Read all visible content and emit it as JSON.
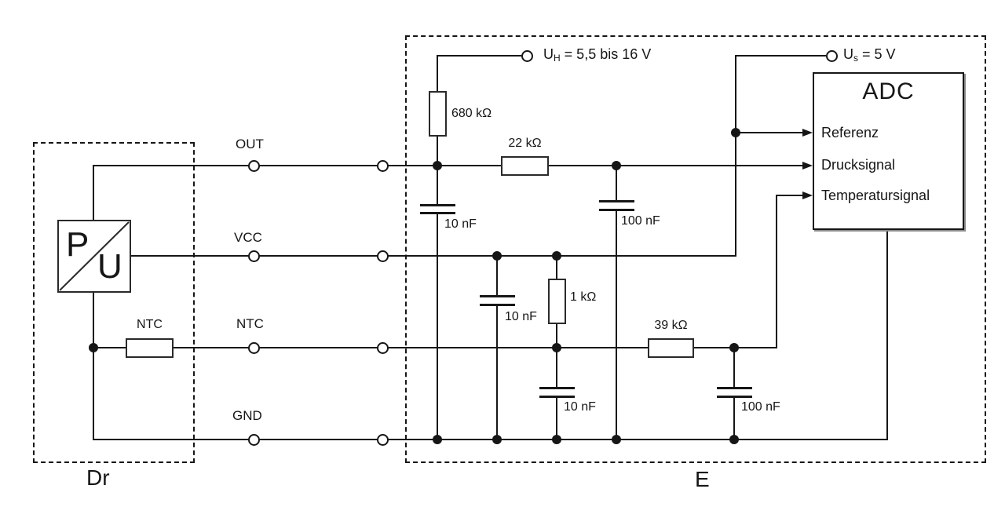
{
  "schematic": {
    "dr_block_label": "Dr",
    "e_block_label": "E",
    "pu_converter": {
      "p": "P",
      "u": "U"
    },
    "supply_uh": {
      "base": "U",
      "sub": "H",
      "rest": "= 5,5 bis 16 V"
    },
    "supply_us": {
      "base": "U",
      "sub": "s",
      "rest": "= 5 V"
    },
    "pins": {
      "out": "OUT",
      "vcc": "VCC",
      "ntc": "NTC",
      "gnd": "GND"
    },
    "components": {
      "ntc_resistor": "NTC",
      "r_680k": "680 kΩ",
      "r_22k": "22 kΩ",
      "r_1k": "1 kΩ",
      "r_39k": "39 kΩ",
      "c_10nf_out": "10 nF",
      "c_100nf_out": "100 nF",
      "c_10nf_vcc": "10 nF",
      "c_10nf_ntc": "10 nF",
      "c_100nf_ntc": "100 nF"
    },
    "adc": {
      "title": "ADC",
      "inputs": [
        "Referenz",
        "Drucksignal",
        "Temperatursignal"
      ]
    }
  }
}
